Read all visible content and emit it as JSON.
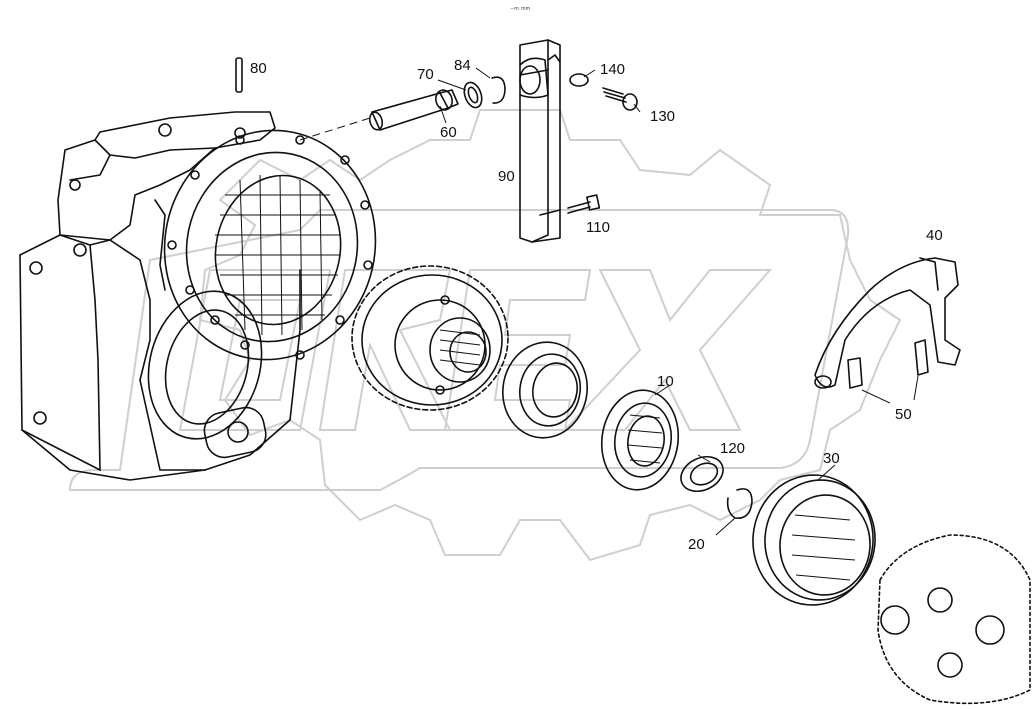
{
  "callouts": {
    "p80": "80",
    "p70": "70",
    "p84": "84",
    "p60": "60",
    "p140": "140",
    "p130": "130",
    "p90": "90",
    "p110": "110",
    "p40": "40",
    "p10": "10",
    "p50": "50",
    "p120": "120",
    "p30": "30",
    "p20": "20"
  },
  "header_mark": "⁻ᵐ ᵐᵐ",
  "colors": {
    "line": "#111111",
    "watermark": "#cfcfcf",
    "background": "#ffffff"
  }
}
